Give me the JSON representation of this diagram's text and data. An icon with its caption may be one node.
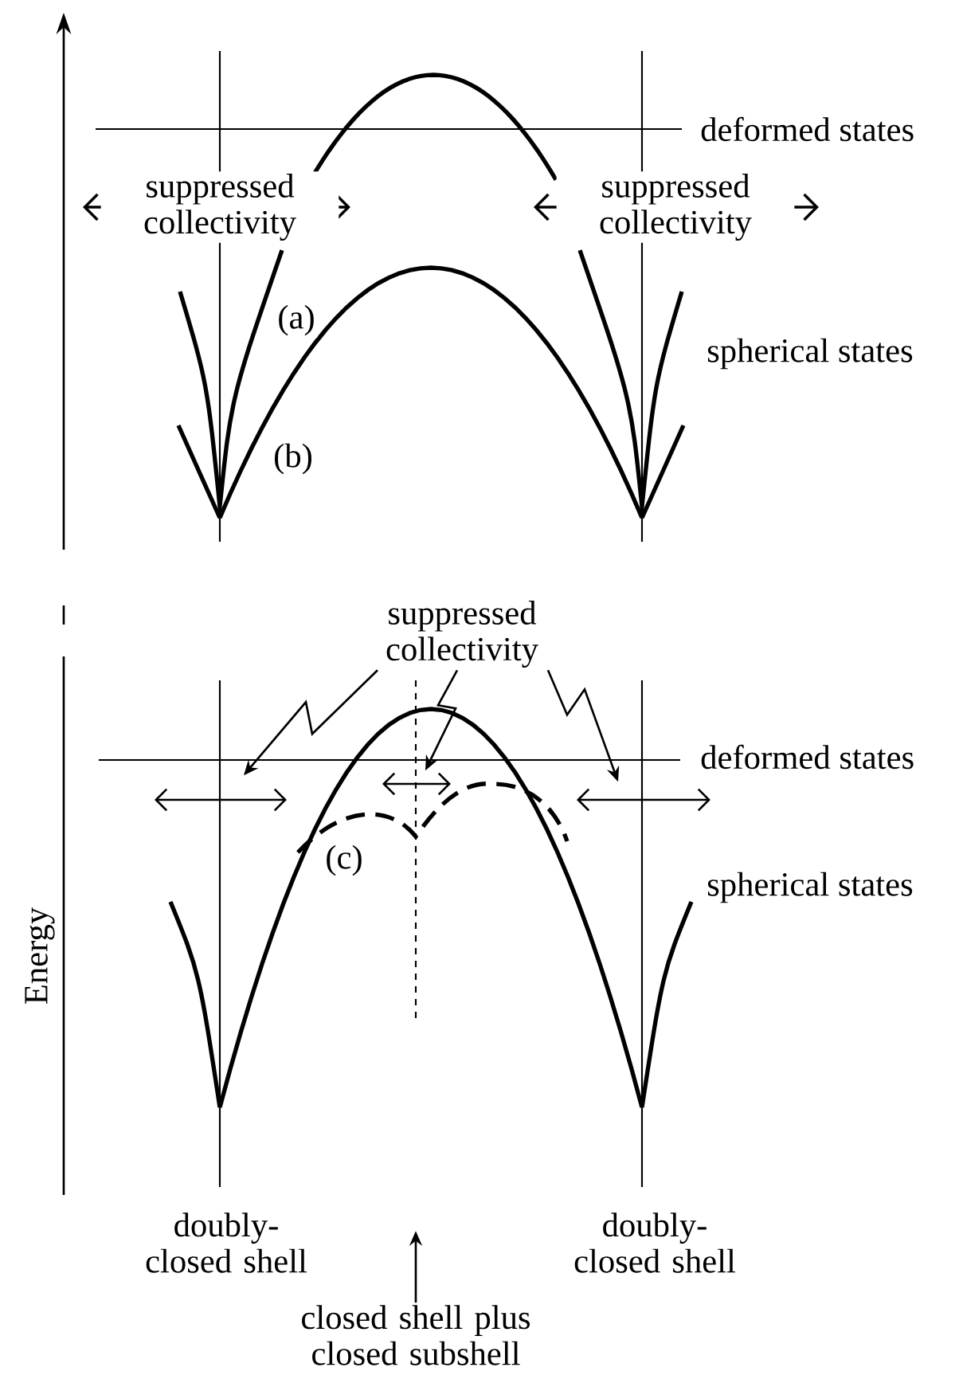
{
  "diagram": {
    "nodes": [
      {
        "text": [
          "suppressed collectivity"
        ]
      },
      {
        "text": [
          "closed shell plus closed subshell"
        ]
      }
    ],
    "edges": [
      {
        "from": 0,
        "to": null,
        "arrow": "to"
      },
      {
        "from": 0,
        "to": null,
        "arrow": "to"
      },
      {
        "from": 0,
        "to": null,
        "arrow": "to"
      },
      {
        "from": 1,
        "to": null,
        "arrow": "to"
      }
    ],
    "labels": [
      "deformed states",
      "suppressed collectivity",
      "suppressed collectivity",
      "(a)",
      "spherical states",
      "(b)",
      "deformed states",
      "(c)",
      "spherical states",
      "Energy",
      "doubly-closed shell",
      "doubly-closed shell"
    ]
  }
}
